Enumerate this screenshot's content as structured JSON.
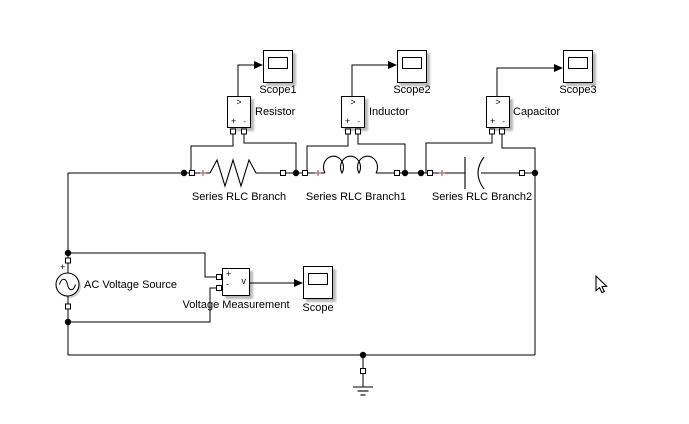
{
  "diagram": {
    "type": "simulink-circuit-model",
    "background": "#ffffff",
    "wire_color": "#000000",
    "block_fill": "#ffffff",
    "block_border": "#000000",
    "polarity_mark_color": "#c05a5a",
    "shadow_color": "rgba(0,0,0,0.28)"
  },
  "labels": {
    "scope1": "Scope1",
    "scope2": "Scope2",
    "scope3": "Scope3",
    "scope": "Scope",
    "resistor_meter": "Resistor",
    "inductor_meter": "Inductor",
    "capacitor_meter": "Capacitor",
    "rlc_branch": "Series RLC Branch",
    "rlc_branch1": "Series RLC Branch1",
    "rlc_branch2": "Series RLC Branch2",
    "ac_source": "AC Voltage Source",
    "voltage_measurement": "Voltage Measurement"
  },
  "glyphs": {
    "meter_output": ">",
    "plus": "+",
    "minus": "-",
    "vm_output": "v",
    "source_polarity": "+",
    "branch_polarity": "+"
  },
  "icons": {
    "pointer": "arrow-cursor-icon",
    "ground": "ground-icon",
    "sine": "sine-wave-icon",
    "resistor": "resistor-zigzag-icon",
    "inductor": "inductor-coil-icon",
    "capacitor": "capacitor-plates-icon"
  }
}
